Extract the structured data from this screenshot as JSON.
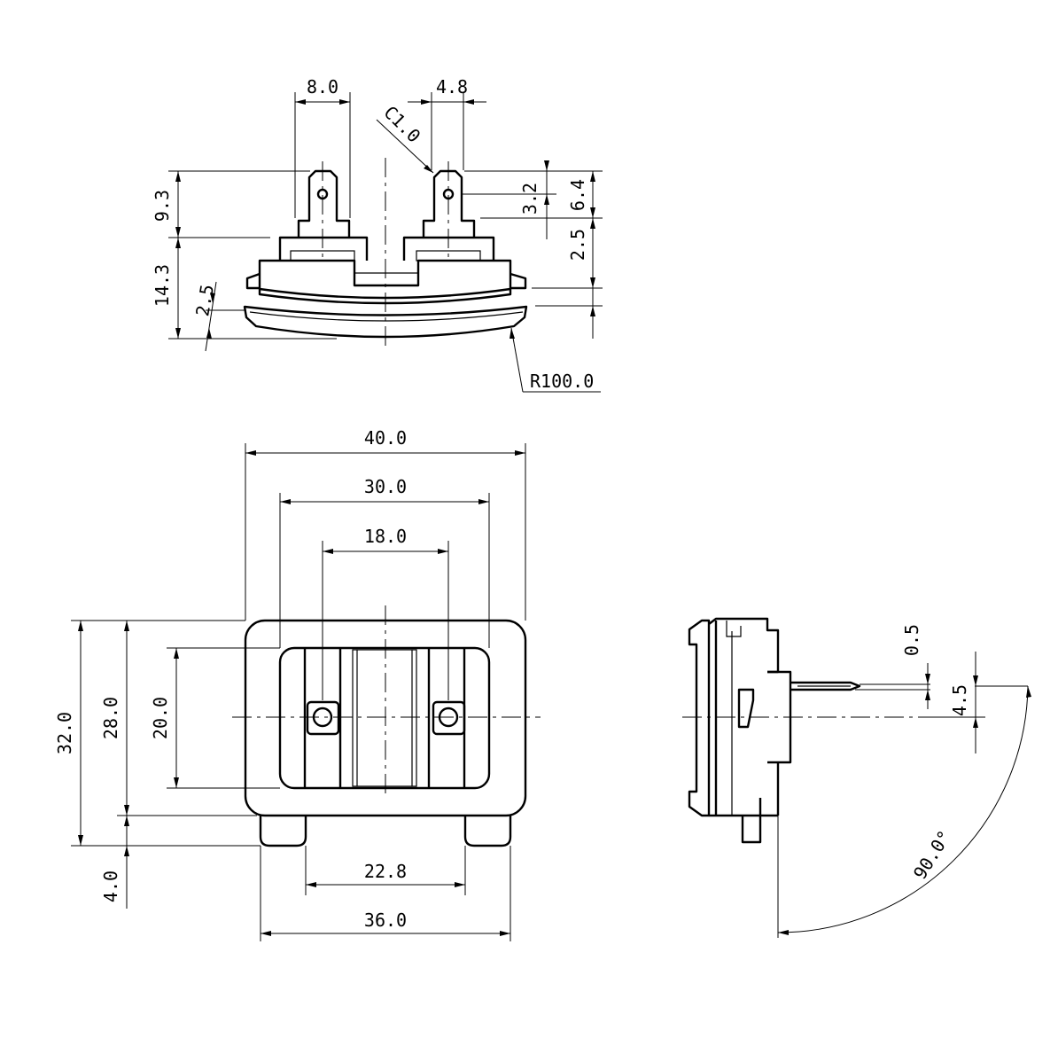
{
  "drawing": {
    "dimensions": {
      "top_terminal_width": "8.0",
      "top_tab_width": "4.8",
      "top_chamfer": "C1.0",
      "top_terminal_height": "9.3",
      "top_hole_height": "3.2",
      "top_tab_height": "6.4",
      "top_step": "2.5",
      "top_body_height": "14.3",
      "top_plate_thickness": "2.5",
      "top_radius": "R100.0",
      "front_outer_width": "40.0",
      "front_window_width": "30.0",
      "front_terminal_pitch": "18.0",
      "front_outer_height": "32.0",
      "front_body_height": "28.0",
      "front_window_height": "20.0",
      "front_feet_height": "4.0",
      "front_feet_gap": "22.8",
      "front_feet_span": "36.0",
      "side_offset": "0.5",
      "side_terminal_height": "4.5",
      "side_angle": "90.0°"
    }
  }
}
